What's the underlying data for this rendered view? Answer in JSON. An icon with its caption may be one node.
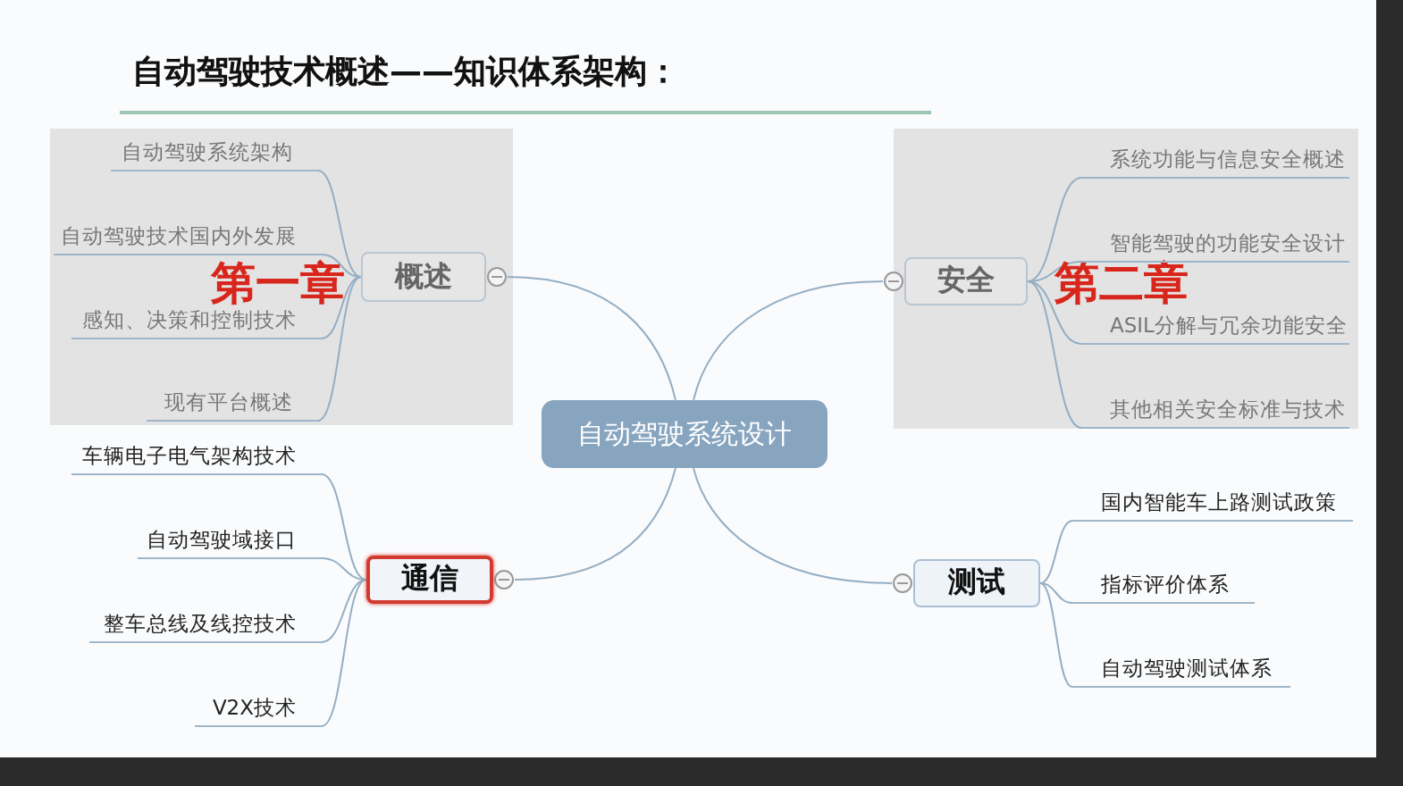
{
  "diagram": {
    "title": "自动驾驶技术概述——知识体系架构：",
    "nodes": [
      {
        "text": [
          "自动驾驶系统设计"
        ]
      },
      {
        "text": [
          "第一章"
        ]
      },
      {
        "text": [
          "概述"
        ],
        "in": 1
      },
      {
        "text": [
          "自动驾驶系统架构"
        ],
        "in": 1
      },
      {
        "text": [
          "自动驾驶技术国内外发展"
        ],
        "in": 1
      },
      {
        "text": [
          "感知、决策和控制技术"
        ],
        "in": 1
      },
      {
        "text": [
          "现有平台概述"
        ],
        "in": 1
      },
      {
        "text": [
          "第二章"
        ]
      },
      {
        "text": [
          "安全"
        ],
        "in": 7
      },
      {
        "text": [
          "系统功能与信息安全概述"
        ],
        "in": 7
      },
      {
        "text": [
          "智能驾驶的功能安全设计"
        ],
        "in": 7
      },
      {
        "text": [
          "ASIL分解与冗余功能安全"
        ],
        "in": 7
      },
      {
        "text": [
          "其他相关安全标准与技术"
        ],
        "in": 7
      },
      {
        "text": [
          "通信"
        ]
      },
      {
        "text": [
          "车辆电子电气架构技术"
        ]
      },
      {
        "text": [
          "自动驾驶域接口"
        ]
      },
      {
        "text": [
          "整车总线及线控技术"
        ]
      },
      {
        "text": [
          "V2X技术"
        ]
      },
      {
        "text": [
          "测试"
        ]
      },
      {
        "text": [
          "国内智能车上路测试政策"
        ]
      },
      {
        "text": [
          "指标评价体系"
        ]
      },
      {
        "text": [
          "自动驾驶测试体系"
        ]
      }
    ],
    "edges": [
      {
        "from": 0,
        "to": 2,
        "arrow": "none"
      },
      {
        "from": 0,
        "to": 8,
        "arrow": "none"
      },
      {
        "from": 0,
        "to": 13,
        "arrow": "none"
      },
      {
        "from": 0,
        "to": 18,
        "arrow": "none"
      },
      {
        "from": 2,
        "to": 3,
        "arrow": "none"
      },
      {
        "from": 2,
        "to": 4,
        "arrow": "none"
      },
      {
        "from": 2,
        "to": 5,
        "arrow": "none"
      },
      {
        "from": 2,
        "to": 6,
        "arrow": "none"
      },
      {
        "from": 8,
        "to": 9,
        "arrow": "none"
      },
      {
        "from": 8,
        "to": 10,
        "arrow": "none"
      },
      {
        "from": 8,
        "to": 11,
        "arrow": "none"
      },
      {
        "from": 8,
        "to": 12,
        "arrow": "none"
      },
      {
        "from": 13,
        "to": 14,
        "arrow": "none"
      },
      {
        "from": 13,
        "to": 15,
        "arrow": "none"
      },
      {
        "from": 13,
        "to": 16,
        "arrow": "none"
      },
      {
        "from": 13,
        "to": 17,
        "arrow": "none"
      },
      {
        "from": 18,
        "to": 19,
        "arrow": "none"
      },
      {
        "from": 18,
        "to": 20,
        "arrow": "none"
      },
      {
        "from": 18,
        "to": 21,
        "arrow": "none"
      }
    ]
  }
}
